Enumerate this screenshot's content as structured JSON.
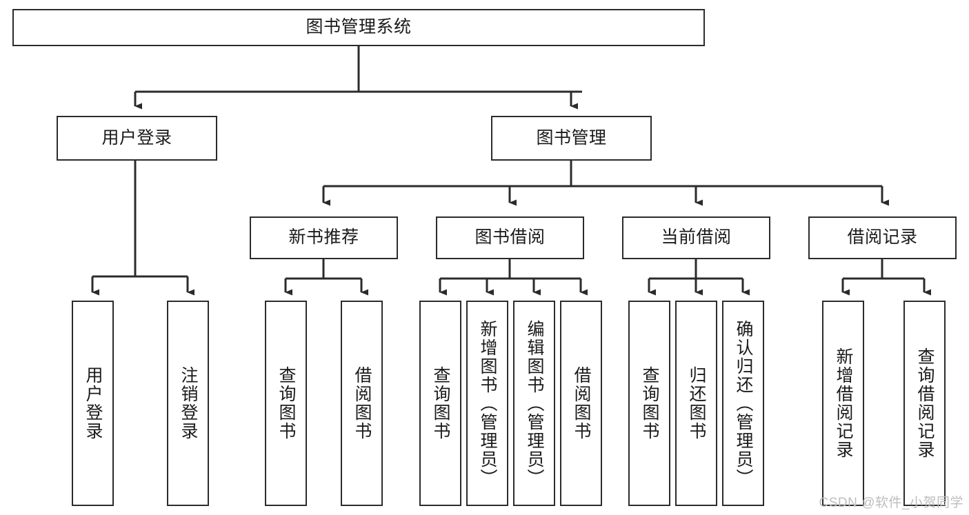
{
  "diagram": {
    "type": "tree",
    "title": "图书管理系统",
    "orientation": "top-down",
    "colors": {
      "box_stroke": "#2b2b2b",
      "box_fill": "#ffffff",
      "edge": "#2b2b2b",
      "text": "#1a1a1a",
      "watermark": "#bdbdbd",
      "background": "#ffffff"
    },
    "nodes": {
      "root": {
        "label": "图书管理系统",
        "level": 1
      },
      "l2": [
        {
          "label": "用户登录",
          "level": 2
        },
        {
          "label": "图书管理",
          "level": 2
        }
      ],
      "l3": [
        {
          "label": "新书推荐",
          "level": 3
        },
        {
          "label": "图书借阅",
          "level": 3
        },
        {
          "label": "当前借阅",
          "level": 3
        },
        {
          "label": "借阅记录",
          "level": 3
        }
      ],
      "leaves": {
        "user_login": [
          {
            "label": "用户登录"
          },
          {
            "label": "注销登录"
          }
        ],
        "new_book_recommend": [
          {
            "label": "查询图书"
          },
          {
            "label": "借阅图书"
          }
        ],
        "book_borrow": [
          {
            "label": "查询图书"
          },
          {
            "label": "新增图书（管理员）"
          },
          {
            "label": "编辑图书（管理员）"
          },
          {
            "label": "借阅图书"
          }
        ],
        "current_borrow": [
          {
            "label": "查询图书"
          },
          {
            "label": "归还图书"
          },
          {
            "label": "确认归还（管理员）"
          }
        ],
        "borrow_record": [
          {
            "label": "新增借阅记录"
          },
          {
            "label": "查询借阅记录"
          }
        ]
      }
    },
    "edges": [
      {
        "from": "图书管理系统",
        "to": "用户登录"
      },
      {
        "from": "图书管理系统",
        "to": "图书管理"
      },
      {
        "from": "图书管理",
        "to": "新书推荐"
      },
      {
        "from": "图书管理",
        "to": "图书借阅"
      },
      {
        "from": "图书管理",
        "to": "当前借阅"
      },
      {
        "from": "图书管理",
        "to": "借阅记录"
      },
      {
        "from": "用户登录",
        "to": "用户登录"
      },
      {
        "from": "用户登录",
        "to": "注销登录"
      },
      {
        "from": "新书推荐",
        "to": "查询图书"
      },
      {
        "from": "新书推荐",
        "to": "借阅图书"
      },
      {
        "from": "图书借阅",
        "to": "查询图书"
      },
      {
        "from": "图书借阅",
        "to": "新增图书（管理员）"
      },
      {
        "from": "图书借阅",
        "to": "编辑图书（管理员）"
      },
      {
        "from": "图书借阅",
        "to": "借阅图书"
      },
      {
        "from": "当前借阅",
        "to": "查询图书"
      },
      {
        "from": "当前借阅",
        "to": "归还图书"
      },
      {
        "from": "当前借阅",
        "to": "确认归还（管理员）"
      },
      {
        "from": "借阅记录",
        "to": "新增借阅记录"
      },
      {
        "from": "借阅记录",
        "to": "查询借阅记录"
      }
    ]
  },
  "watermark": {
    "text": "CSDN @软件_小贺同学"
  }
}
